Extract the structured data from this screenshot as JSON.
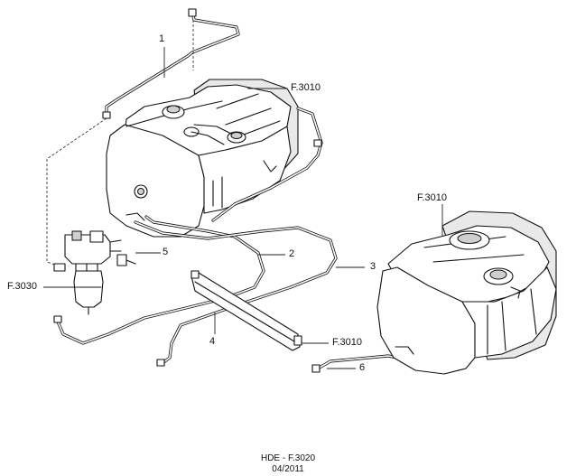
{
  "callouts": {
    "item_1": "1",
    "item_2": "2",
    "item_3": "3",
    "item_4": "4",
    "item_5": "5",
    "item_6": "6"
  },
  "references": {
    "tank_top": "F.3010",
    "tank_right": "F.3010",
    "bracket": "F.3010",
    "filter": "F.3030"
  },
  "footer": {
    "drawing_code": "HDE - F.3020",
    "date": "04/2011"
  }
}
